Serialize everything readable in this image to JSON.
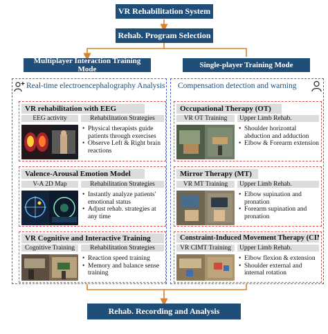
{
  "system_title": "VR Rehabilitation System",
  "program_selection": "Rehab. Program Selection",
  "modes": {
    "multiplayer": "Multiplayer Interaction Training Mode",
    "single": "Single-player Training Mode"
  },
  "left_panel": {
    "title": "Real-time electroencephalography Analysis",
    "icon": "add-person-icon",
    "sections": [
      {
        "title": "VR rehabilitation with EEG",
        "media_label": "EEG activity",
        "strategy_label": "Rehabilitation Strategies",
        "items": [
          "Physical therapists guide patients through exercises",
          "Observe Left & Right brain reactions"
        ]
      },
      {
        "title": "Valence-Arousal Emotion Model",
        "media_label": "V-A 2D Map",
        "strategy_label": "Rehabilitation Strategies",
        "items": [
          "Instantly analyze patients' emotional status",
          "Adjust rehab. strategies at any time"
        ]
      },
      {
        "title": "VR Cognitive and Interactive Training",
        "media_label": "Cognitive Training",
        "strategy_label": "Rehabilitation Strategies",
        "items": [
          "Reaction speed training",
          "Memory and balance sense training"
        ]
      }
    ]
  },
  "right_panel": {
    "title": "Compensation detection and warning",
    "icon": "person-icon",
    "sections": [
      {
        "title": "Occupational Therapy (OT)",
        "media_label": "VR OT Training",
        "strategy_label": "Upper Limb Rehab.",
        "items": [
          "Shoulder horizontal abduction and adduction",
          "Elbow & Forearm extension"
        ]
      },
      {
        "title": "Mirror Therapy (MT)",
        "media_label": "VR MT Training",
        "strategy_label": "Upper Limb Rehab.",
        "items": [
          "Elbow supination and pronation",
          "Forearm supination and pronation"
        ]
      },
      {
        "title": "Constraint-Induced Movement Therapy (CIMT)",
        "media_label": "VR CIMT Training",
        "strategy_label": "Upper Limb Rehab.",
        "items": [
          "Elbow flexion & extension",
          "Shoulder external and internal rotation"
        ]
      }
    ]
  },
  "recording": "Rehab. Recording and Analysis",
  "colors": {
    "navy": "#1f4e79",
    "arrow": "#d9822b",
    "blue_dash": "#4a63c9",
    "red_dash": "#d9534f",
    "label_gray": "#dcdcdc"
  }
}
